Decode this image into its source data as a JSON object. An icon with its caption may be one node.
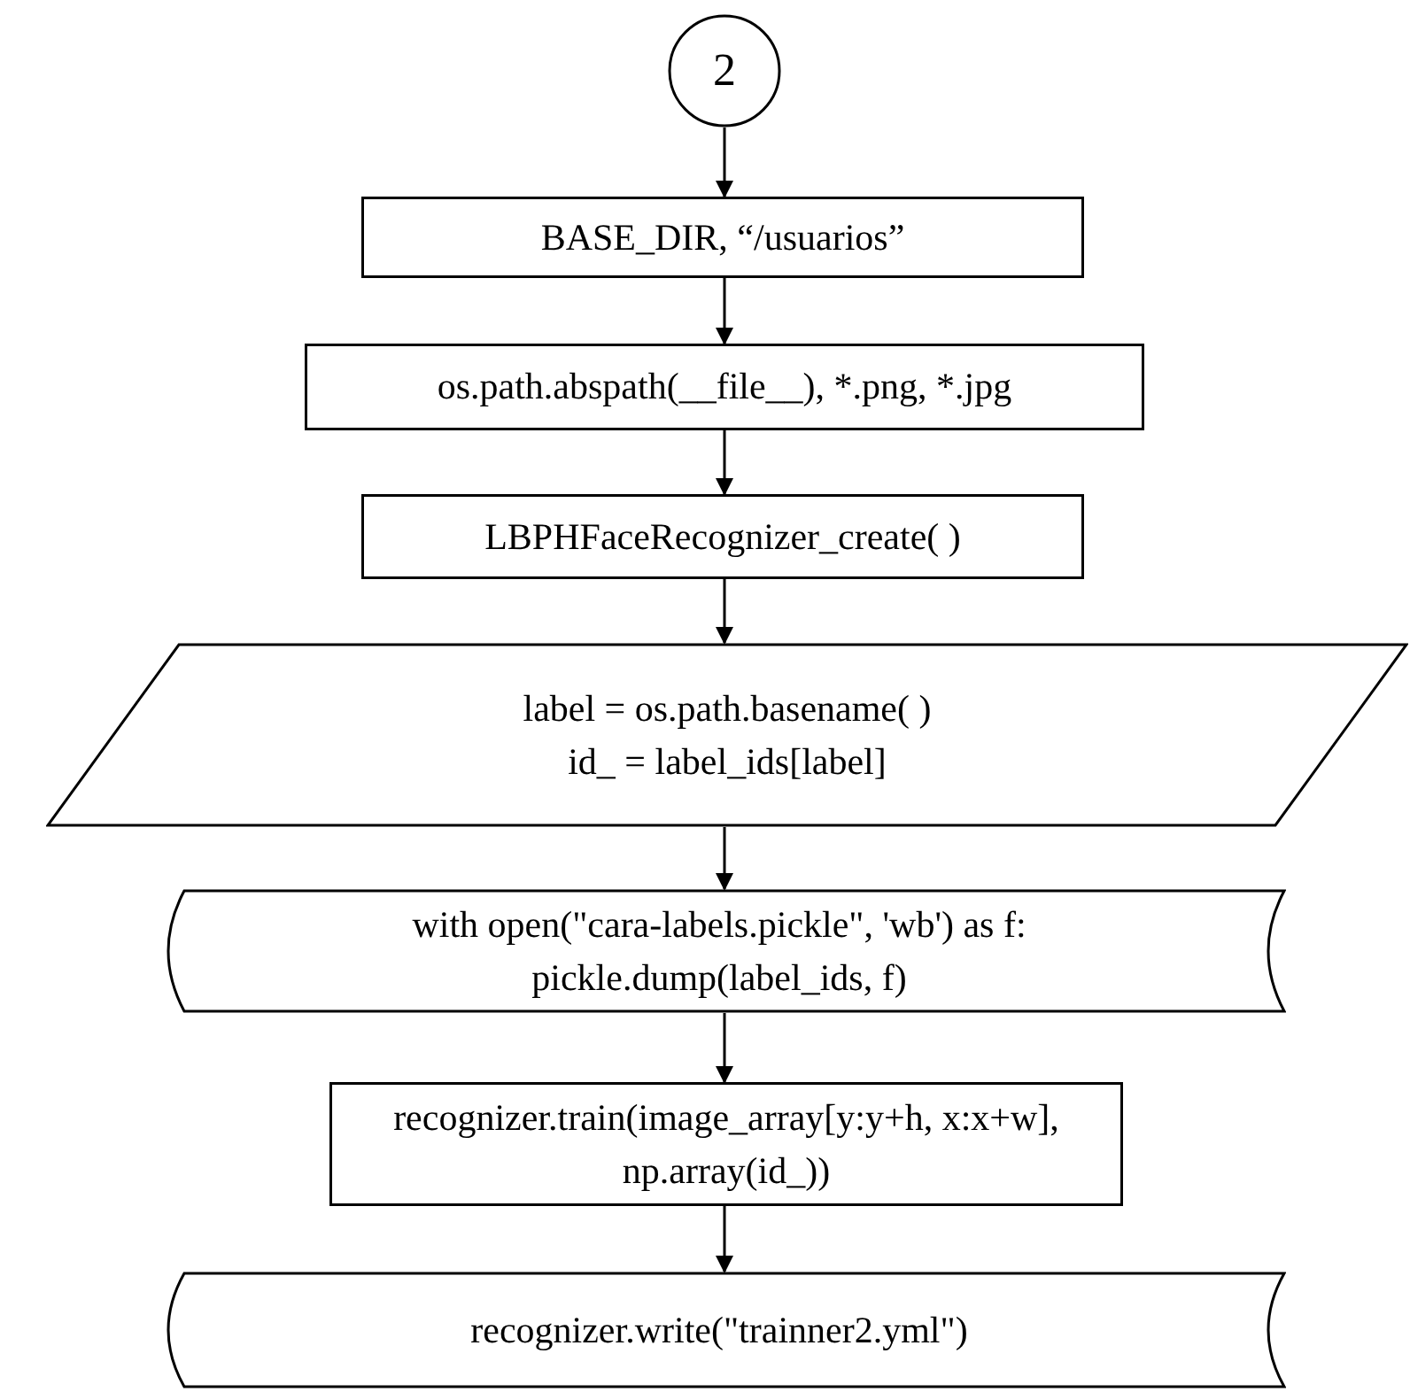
{
  "diagram": {
    "nodes": [
      {
        "text": [
          "2"
        ]
      },
      {
        "text": [
          "BASE_DIR, “/usuarios”"
        ]
      },
      {
        "text": [
          "os.path.abspath(__file__), *.png, *.jpg"
        ]
      },
      {
        "text": [
          "LBPHFaceRecognizer_create( )"
        ]
      },
      {
        "text": [
          "label = os.path.basename( )",
          "id_ = label_ids[label]"
        ]
      },
      {
        "text": [
          "with open(\"cara-labels.pickle\", 'wb') as f:",
          "pickle.dump(label_ids, f)"
        ]
      },
      {
        "text": [
          "recognizer.train(image_array[y:y+h, x:x+w], np.array(id_))"
        ]
      },
      {
        "text": [
          "recognizer.write(\"trainner2.yml\")"
        ]
      }
    ],
    "edges": [
      {
        "from": 0,
        "to": 1,
        "arrow": "to"
      },
      {
        "from": 1,
        "to": 2,
        "arrow": "to"
      },
      {
        "from": 2,
        "to": 3,
        "arrow": "to"
      },
      {
        "from": 3,
        "to": 4,
        "arrow": "to"
      },
      {
        "from": 4,
        "to": 5,
        "arrow": "to"
      },
      {
        "from": 5,
        "to": 6,
        "arrow": "to"
      },
      {
        "from": 6,
        "to": 7,
        "arrow": "to"
      }
    ]
  }
}
